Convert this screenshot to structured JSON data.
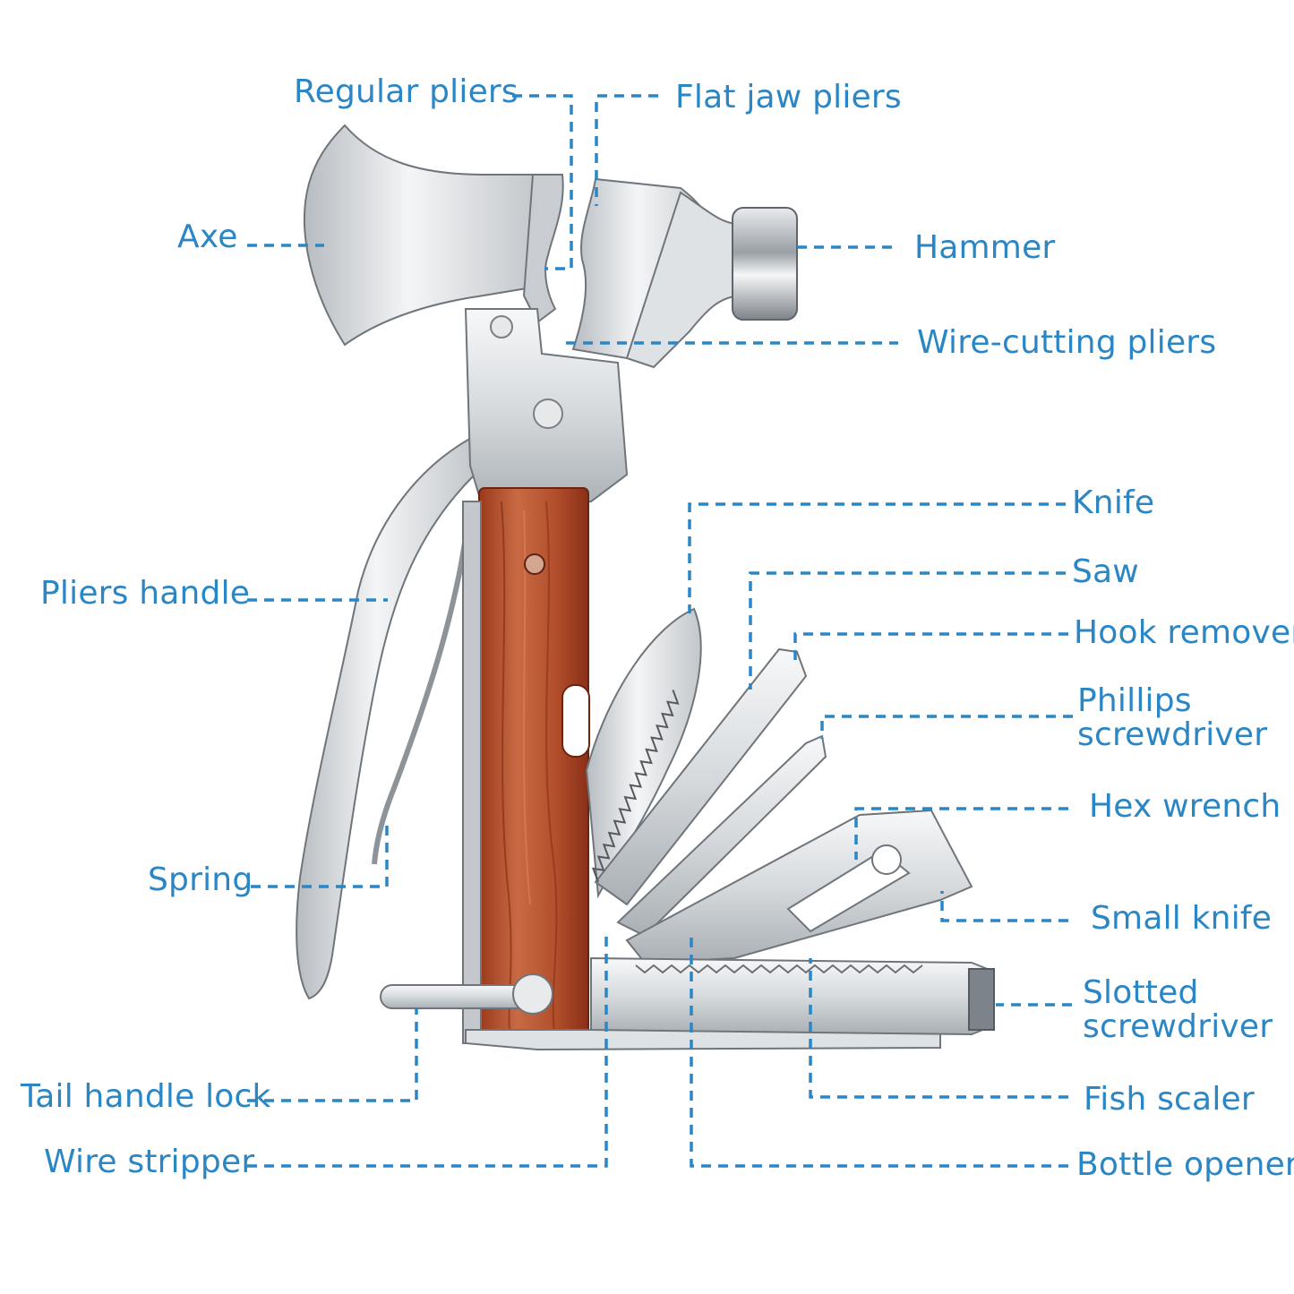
{
  "colors": {
    "label": "#2b86c5",
    "steel_light": "#eef0f2",
    "steel_mid": "#c9cdd2",
    "steel_dark": "#8d9399",
    "outline": "#6f757b",
    "wood_light": "#c0613e",
    "wood_dark": "#8a2f17"
  },
  "labels": {
    "regular_pliers": "Regular pliers",
    "flat_jaw_pliers": "Flat jaw pliers",
    "axe": "Axe",
    "hammer": "Hammer",
    "wire_cutting_pliers": "Wire-cutting pliers",
    "knife": "Knife",
    "saw": "Saw",
    "hook_remover": "Hook remover",
    "phillips_screwdriver": "Phillips screwdriver",
    "pliers_handle": "Pliers handle",
    "hex_wrench": "Hex wrench",
    "spring": "Spring",
    "small_knife": "Small knife",
    "slotted_screwdriver": "Slotted screwdriver",
    "tail_handle_lock": "Tail handle lock",
    "fish_scaler": "Fish scaler",
    "wire_stripper": "Wire stripper",
    "bottle_opener": "Bottle opener"
  }
}
